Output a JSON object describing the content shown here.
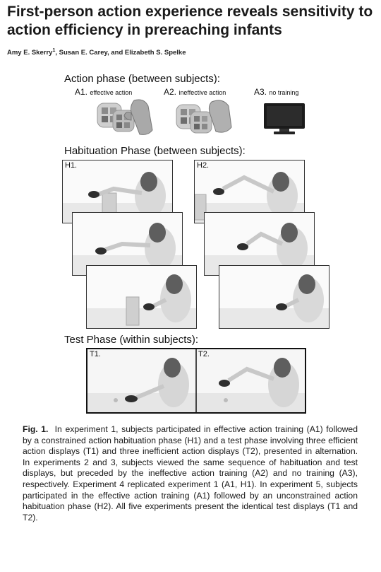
{
  "header": {
    "title": "First-person action experience reveals sensitivity to action efficiency in prereaching infants",
    "authors": "Amy E. Skerry",
    "authors_sup": "1",
    "authors_rest": ", Susan E. Carey, and Elizabeth S. Spelke"
  },
  "figure": {
    "action_phase": {
      "heading": "Action phase (between subjects):",
      "options": [
        {
          "code": "A1.",
          "label": "effective action",
          "icon": "mitten-and-toys-icon"
        },
        {
          "code": "A2.",
          "label": "ineffective action",
          "icon": "mitten-and-toys-icon"
        },
        {
          "code": "A3.",
          "label": "no training",
          "icon": "television-icon"
        }
      ]
    },
    "habituation_phase": {
      "heading": "Habituation Phase (between subjects):",
      "h1_label": "H1.",
      "h2_label": "H2."
    },
    "test_phase": {
      "heading": "Test Phase (within subjects):",
      "t1_label": "T1.",
      "t2_label": "T2."
    }
  },
  "caption": {
    "label": "Fig. 1.",
    "text": "In experiment 1, subjects participated in effective action training (A1) followed by a constrained action habituation phase (H1) and a test phase involving three efficient action displays (T1) and three inefficient action displays (T2), presented in alternation. In experiments 2 and 3, subjects viewed the same sequence of habituation and test displays, but preceded by the ineffective action training (A2) and no training (A3), respectively. Experiment 4 replicated experiment 1 (A1, H1). In experiment 5, subjects participated in the effective action training (A1) followed by an unconstrained action habituation phase (H2). All five experiments present the identical test displays (T1 and T2)."
  }
}
